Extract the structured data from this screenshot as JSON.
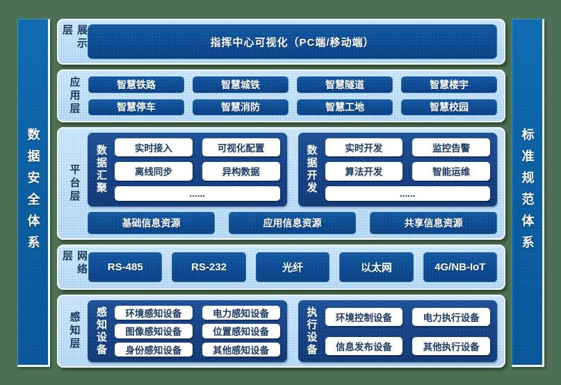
{
  "colors": {
    "background_green": "#4C7053",
    "panel_light_blue": "#B7DBF8",
    "box_dark_blue": "#0D4C98",
    "subpanel_navy": "#16427F",
    "pillar_blue": "#0A60A7",
    "label_navy": "#17375D",
    "white": "#FFFFFF"
  },
  "pillars": {
    "left": "数据安全体系",
    "right": "标准规范体系"
  },
  "layers": [
    {
      "label": "展示层",
      "box": "指挥中心可视化（PC端/移动端）"
    },
    {
      "label": "应用层",
      "items": [
        "智慧铁路",
        "智慧城铁",
        "智慧隧道",
        "智慧楼宇",
        "智慧停车",
        "智慧消防",
        "智慧工地",
        "智慧校园"
      ]
    },
    {
      "label": "平台层",
      "groups": [
        {
          "label": "数据汇聚",
          "items": [
            "实时接入",
            "可视化配置",
            "离线同步",
            "异构数据"
          ],
          "more": "......"
        },
        {
          "label": "数据开发",
          "items": [
            "实时开发",
            "监控告警",
            "算法开发",
            "智能运维"
          ],
          "more": "......"
        }
      ],
      "resources": [
        "基础信息资源",
        "应用信息资源",
        "共享信息资源"
      ]
    },
    {
      "label": "网络层",
      "items": [
        "RS-485",
        "RS-232",
        "光纤",
        "以太网",
        "4G/NB-IoT"
      ]
    },
    {
      "label": "感知层",
      "groups": [
        {
          "label": "感知设备",
          "items": [
            "环境感知设备",
            "电力感知设备",
            "图像感知设备",
            "位置感知设备",
            "身份感知设备",
            "其他感知设备"
          ]
        },
        {
          "label": "执行设备",
          "items": [
            "环境控制设备",
            "电力执行设备",
            "信息发布设备",
            "其他执行设备"
          ]
        }
      ]
    }
  ]
}
